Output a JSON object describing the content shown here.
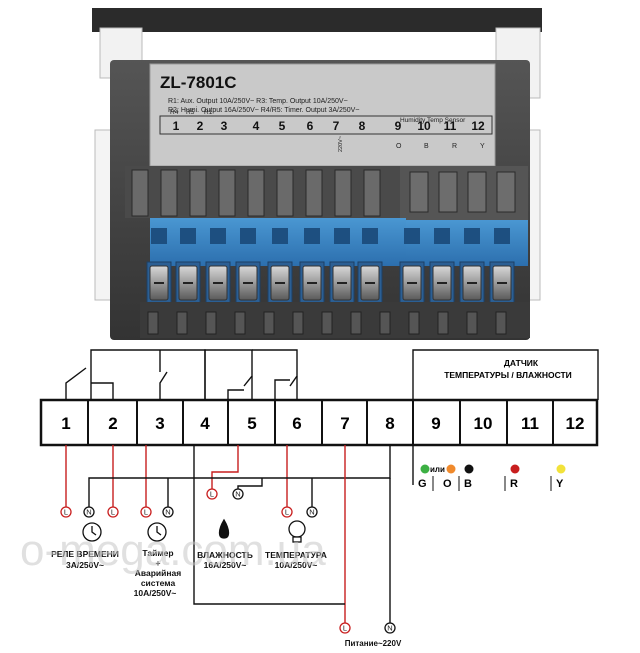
{
  "device": {
    "model": "ZL-7801C",
    "spec_lines": [
      "R1: Aux. Output 10A/250V~   R3: Temp. Output 10A/250V~",
      "R2: Humi. Output 16A/250V~  R4/R5: Timer. Output 3A/250V~"
    ],
    "sensor_label": "Humidity Temp Sensor",
    "relay_tags": [
      "R4",
      "R5",
      "R1"
    ],
    "terminal_numbers": [
      "1",
      "2",
      "3",
      "4",
      "5",
      "6",
      "7",
      "8",
      "9",
      "10",
      "11",
      "12"
    ],
    "sensor_letters": [
      "O",
      "B",
      "R",
      "Y"
    ],
    "power_small": "220V~"
  },
  "diagram": {
    "terminals": [
      "1",
      "2",
      "3",
      "4",
      "5",
      "6",
      "7",
      "8",
      "9",
      "10",
      "11",
      "12"
    ],
    "sensor_title_line1": "ДАТЧИК",
    "sensor_title_line2": "ТЕМПЕРАТУРЫ / ВЛАЖНОСТИ",
    "sensor_wires": {
      "g": "G",
      "ili": "или",
      "o": "O",
      "b": "B",
      "r": "R",
      "y": "Y"
    },
    "wire_colors": {
      "green": "#3cb043",
      "orange": "#f08a2c",
      "black": "#111111",
      "red": "#c81e1e",
      "yellow": "#f2e23a"
    },
    "circle_L": "L",
    "circle_N": "N",
    "loads": {
      "timer_relay": {
        "line1": "РЕЛЕ ВРЕМЕНИ",
        "line2": "3А/250V~"
      },
      "timer_alarm": {
        "line1": "Таймер",
        "line2": "+",
        "line3": "Аварийная",
        "line4": "система",
        "line5": "10А/250V~"
      },
      "humidity": {
        "line1": "ВЛАЖНОСТЬ",
        "line2": "16А/250V~"
      },
      "temperature": {
        "line1": "ТЕМПЕРАТУРА",
        "line2": "10А/250V~"
      }
    },
    "power": "Питание~220V"
  },
  "watermark": "o-mega.com.ua"
}
